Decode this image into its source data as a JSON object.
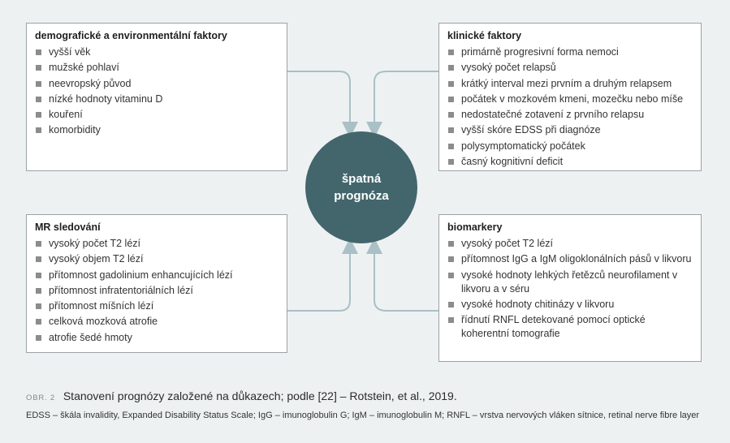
{
  "center": {
    "label": "špatná\nprognóza",
    "color": "#43666d"
  },
  "cards": {
    "demographic": {
      "title": "demografické a environmentální faktory",
      "items": [
        "vyšší věk",
        "mužské pohlaví",
        "neevropský původ",
        "nízké hodnoty vitaminu D",
        "kouření",
        "komorbidity"
      ]
    },
    "clinical": {
      "title": "klinické faktory",
      "items": [
        "primárně progresivní forma nemoci",
        "vysoký počet relapsů",
        "krátký interval mezi prvním a druhým relapsem",
        "počátek v mozkovém kmeni, mozečku nebo míše",
        "nedostatečné zotavení z prvního relapsu",
        "vyšší skóre EDSS při diagnóze",
        "polysymptomatický počátek",
        "časný kognitivní deficit"
      ]
    },
    "mri": {
      "title": "MR sledování",
      "items": [
        "vysoký počet T2 lézí",
        "vysoký objem T2 lézí",
        "přítomnost gadolinium enhancujících lézí",
        "přítomnost infratentoriálních lézí",
        "přítomnost míšních lézí",
        "celková mozková atrofie",
        "atrofie šedé hmoty"
      ]
    },
    "biomarkers": {
      "title": "biomarkery",
      "items": [
        "vysoký počet T2 lézí",
        "přítomnost IgG a IgM oligoklonálních pásů v likvoru",
        "vysoké hodnoty lehkých řetězců neurofilament v likvoru a v séru",
        "vysoké hodnoty chitinázy v likvoru",
        "řídnutí RNFL detekované pomocí optické koherentní tomografie"
      ]
    }
  },
  "caption": {
    "label": "OBR. 2",
    "text": "Stanovení prognózy založené na důkazech; podle [22] – Rotstein, et al., 2019."
  },
  "abbreviations": "EDSS – škála invalidity, Expanded Disability Status Scale; IgG – imunoglobulin G; IgM – imunoglobulin M; RNFL – vrstva nervových vláken sítnice, retinal nerve fibre layer",
  "colors": {
    "background": "#eef1f2",
    "connector": "#a9c0c6",
    "bullet": "#8c8c8c"
  }
}
